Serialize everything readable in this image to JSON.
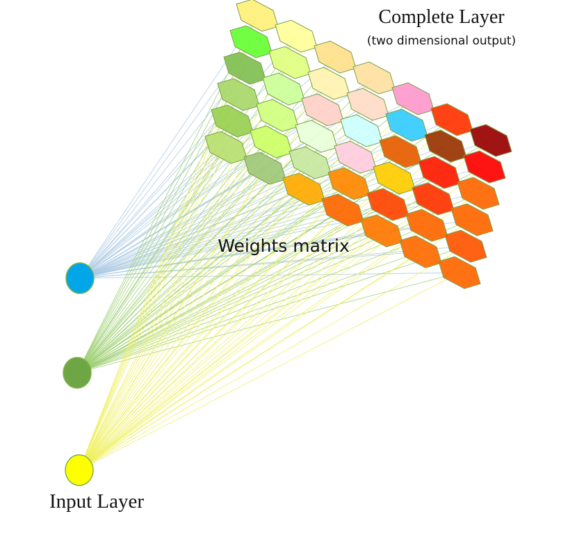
{
  "labels": {
    "output_title": "Complete Layer",
    "output_subtitle": "(two dimensional output)",
    "weights": "Weights matrix",
    "input_title": "Input Layer"
  },
  "input_nodes": [
    {
      "color": "#00a6e8",
      "line_color": "#a9c8e3"
    },
    {
      "color": "#6ea646",
      "line_color": "#9bcf6e"
    },
    {
      "color": "#ffff00",
      "line_color": "#f0f060"
    }
  ],
  "grid": {
    "rows": 6,
    "cols": 7,
    "cells": [
      [
        "#fff07a",
        "#ffff99",
        "#ffe08a",
        "#ffe0a0",
        "#ff99cc",
        "#ff3300",
        "#990000"
      ],
      [
        "#66ff33",
        "#e0ff80",
        "#fff3b0",
        "#ffdcc8",
        "#33ccff",
        "#993300",
        "#ff0000"
      ],
      [
        "#80bf50",
        "#ccff99",
        "#ffd0c8",
        "#ccffff",
        "#e65c00",
        "#ff1a00",
        "#ff6600"
      ],
      [
        "#a8d86a",
        "#d0ff80",
        "#e8ffd8",
        "#ffccdd",
        "#ffcc00",
        "#ff3300",
        "#ff6600"
      ],
      [
        "#99d050",
        "#ccff66",
        "#c8e8a0",
        "#ff8800",
        "#ff4400",
        "#ff6600",
        "#ff5500"
      ],
      [
        "#b8e070",
        "#a0c878",
        "#ffaa00",
        "#ff6600",
        "#ff7700",
        "#ff6a00",
        "#ff6600"
      ]
    ]
  }
}
